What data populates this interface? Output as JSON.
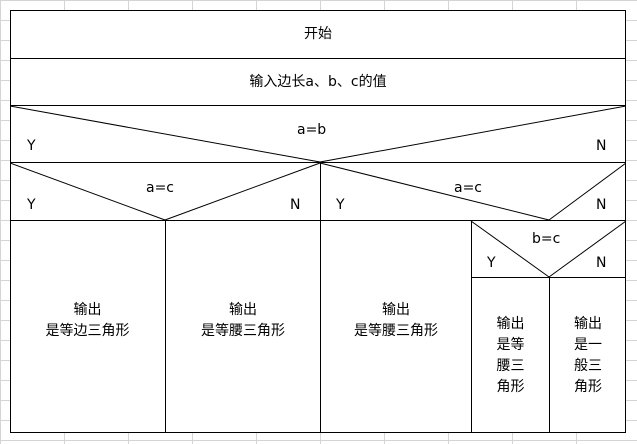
{
  "flowchart": {
    "start": "开始",
    "input": "输入边长a、b、c的值",
    "cond_ab": {
      "text": "a=b",
      "yes": "Y",
      "no": "N"
    },
    "cond_ac": {
      "text": "a=c",
      "yes": "Y",
      "no": "N"
    },
    "cond_ac_2": {
      "text": "a=c",
      "yes": "Y",
      "no": "N"
    },
    "cond_bc": {
      "text": "b=c",
      "yes": "Y",
      "no": "N"
    },
    "out_equilateral": {
      "line1": "输出",
      "line2": "是等边三角形"
    },
    "out_isosceles_1": {
      "line1": "输出",
      "line2": "是等腰三角形"
    },
    "out_isosceles_2": {
      "line1": "输出",
      "line2": "是等腰三角形"
    },
    "out_isosceles_3": {
      "line1": "输出",
      "line2": "是等",
      "line3": "腰三",
      "line4": "角形"
    },
    "out_scalene": {
      "line1": "输出",
      "line2": "是一",
      "line3": "般三",
      "line4": "角形"
    }
  }
}
